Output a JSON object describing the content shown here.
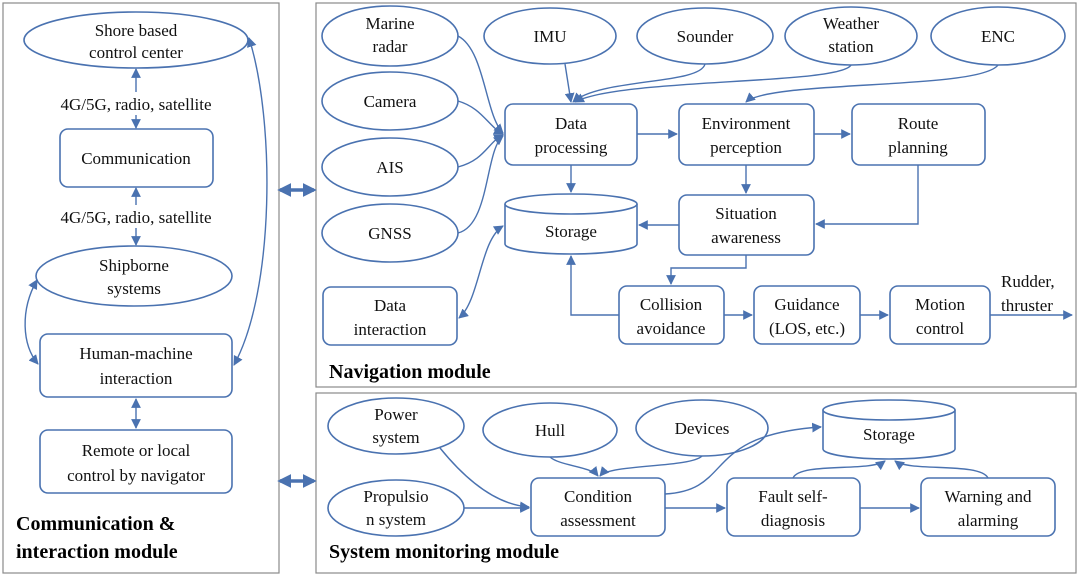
{
  "colors": {
    "node_stroke": "#4a72b0",
    "panel_border": "#8a8a8a",
    "bidirectional_arrow": "#4a72b0",
    "text": "#111111"
  },
  "panels": {
    "communication": {
      "title_line1": "Communication &",
      "title_line2": "interaction module",
      "shore_line1": "Shore based",
      "shore_line2": "control center",
      "link_label_upper": "4G/5G, radio, satellite",
      "communication": "Communication",
      "link_label_lower": "4G/5G, radio, satellite",
      "shipborne_line1": "Shipborne",
      "shipborne_line2": "systems",
      "hmi_line1": "Human-machine",
      "hmi_line2": "interaction",
      "remote_line1": "Remote or local",
      "remote_line2": "control by navigator"
    },
    "navigation": {
      "title": "Navigation module",
      "marine_radar_line1": "Marine",
      "marine_radar_line2": "radar",
      "camera": "Camera",
      "ais": "AIS",
      "gnss": "GNSS",
      "imu": "IMU",
      "sounder": "Sounder",
      "weather_line1": "Weather",
      "weather_line2": "station",
      "enc": "ENC",
      "data_processing_line1": "Data",
      "data_processing_line2": "processing",
      "env_perception_line1": "Environment",
      "env_perception_line2": "perception",
      "route_planning_line1": "Route",
      "route_planning_line2": "planning",
      "storage": "Storage",
      "situation_line1": "Situation",
      "situation_line2": "awareness",
      "data_interaction_line1": "Data",
      "data_interaction_line2": "interaction",
      "collision_line1": "Collision",
      "collision_line2": "avoidance",
      "guidance_line1": "Guidance",
      "guidance_line2": "(LOS, etc.)",
      "motion_line1": "Motion",
      "motion_line2": "control",
      "output_line1": "Rudder,",
      "output_line2": "thruster"
    },
    "monitoring": {
      "title": "System monitoring module",
      "power_line1": "Power",
      "power_line2": "system",
      "hull": "Hull",
      "devices": "Devices",
      "storage": "Storage",
      "propulsion_line1": "Propulsio",
      "propulsion_line2": "n system",
      "condition_line1": "Condition",
      "condition_line2": "assessment",
      "fault_line1": "Fault self-",
      "fault_line2": "diagnosis",
      "warning_line1": "Warning and",
      "warning_line2": "alarming"
    }
  }
}
